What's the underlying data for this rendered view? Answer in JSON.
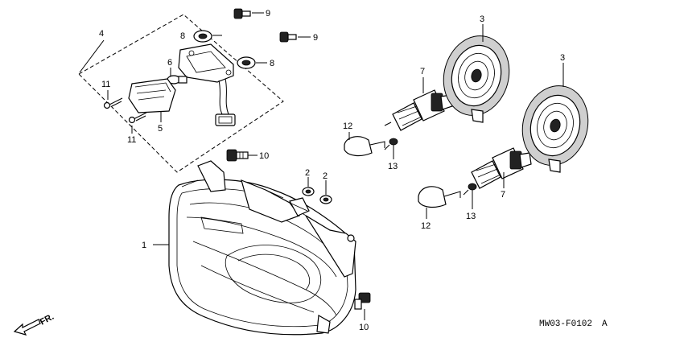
{
  "callouts": {
    "c1": "1",
    "c2a": "2",
    "c2b": "2",
    "c3a": "3",
    "c3b": "3",
    "c4": "4",
    "c5": "5",
    "c6": "6",
    "c7a": "7",
    "c7b": "7",
    "c8a": "8",
    "c8b": "8",
    "c9a": "9",
    "c9b": "9",
    "c10a": "10",
    "c10b": "10",
    "c11a": "11",
    "c11b": "11",
    "c12a": "12",
    "c12b": "12",
    "c13a": "13",
    "c13b": "13"
  },
  "diagram_code": "MW03-F0102",
  "diagram_revision": "A",
  "front_marker": "FR."
}
